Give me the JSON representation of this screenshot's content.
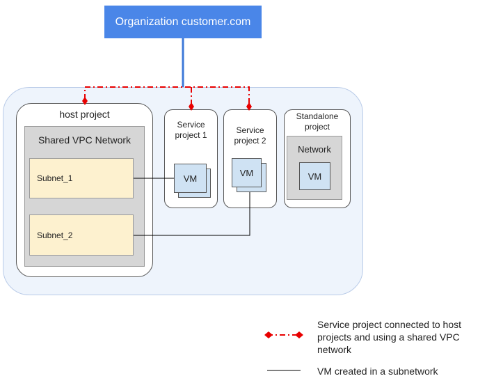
{
  "organization": {
    "label": "Organization customer.com"
  },
  "host_project": {
    "label": "host project",
    "shared_vpc_label": "Shared VPC Network",
    "subnets": [
      "Subnet_1",
      "Subnet_2"
    ]
  },
  "service_projects": [
    {
      "label": "Service project 1",
      "vm_label": "VM"
    },
    {
      "label": "Service project 2",
      "vm_label": "VM"
    }
  ],
  "standalone_project": {
    "label": "Standalone project",
    "network_label": "Network",
    "vm_label": "VM"
  },
  "legend": {
    "connection_label": "Service project connected to host projects and using a shared VPC network",
    "vm_subnet_label": "VM created in a subnetwork"
  },
  "colors": {
    "organization": "#4a86e8",
    "connection": "#e80000",
    "region_background": "#eef4fc",
    "subnet": "#fdf1cf",
    "vm": "#cfe2f3"
  }
}
